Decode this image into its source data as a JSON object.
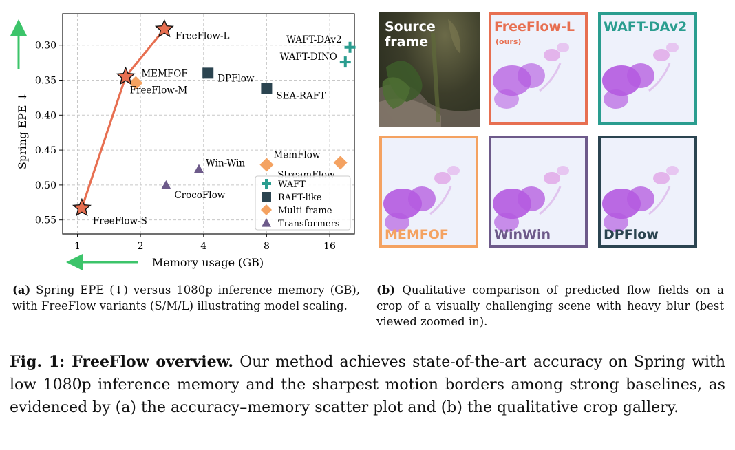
{
  "chart_data": {
    "type": "scatter",
    "xlabel": "Memory usage (GB)",
    "ylabel": "Spring EPE ↓",
    "x_scale": "log2",
    "x_ticks": [
      "1",
      "2",
      "4",
      "8",
      "16"
    ],
    "x_tick_values": [
      1,
      2,
      4,
      8,
      16
    ],
    "y_ticks": [
      "0.30",
      "0.35",
      "0.40",
      "0.45",
      "0.50",
      "0.55"
    ],
    "y_tick_values": [
      0.3,
      0.35,
      0.4,
      0.45,
      0.5,
      0.55
    ],
    "xlim": [
      0.85,
      21
    ],
    "ylim": [
      0.57,
      0.255
    ],
    "y_inverted": true,
    "grid": true,
    "legend_position": "bottom-right",
    "legend": [
      {
        "name": "WAFT",
        "marker": "plus",
        "color": "#2a9d8f"
      },
      {
        "name": "RAFT-like",
        "marker": "square",
        "color": "#2b4450"
      },
      {
        "name": "Multi-frame",
        "marker": "diamond",
        "color": "#f4a261"
      },
      {
        "name": "Transformers",
        "marker": "triangle",
        "color": "#6d5a8a"
      }
    ],
    "freeflow_line": {
      "name": "FreeFlow",
      "color": "#e76f51",
      "points": [
        {
          "label": "FreeFlow-S",
          "x": 1.05,
          "y": 0.533
        },
        {
          "label": "FreeFlow-M",
          "x": 1.7,
          "y": 0.345
        },
        {
          "label": "FreeFlow-L",
          "x": 2.6,
          "y": 0.277
        }
      ]
    },
    "points": [
      {
        "label": "WAFT-DAv2",
        "group": "WAFT",
        "x": 20.0,
        "y": 0.303
      },
      {
        "label": "WAFT-DINO",
        "group": "WAFT",
        "x": 19.0,
        "y": 0.324
      },
      {
        "label": "DPFlow",
        "group": "RAFT-like",
        "x": 4.2,
        "y": 0.34
      },
      {
        "label": "SEA-RAFT",
        "group": "RAFT-like",
        "x": 8.0,
        "y": 0.362
      },
      {
        "label": "MEMFOF",
        "group": "Multi-frame",
        "x": 1.9,
        "y": 0.354
      },
      {
        "label": "MemFlow",
        "group": "Multi-frame",
        "x": 8.0,
        "y": 0.471
      },
      {
        "label": "StreamFlow",
        "group": "Multi-frame",
        "x": 18.0,
        "y": 0.468
      },
      {
        "label": "Win-Win",
        "group": "Transformers",
        "x": 3.8,
        "y": 0.477
      },
      {
        "label": "CrocoFlow",
        "group": "Transformers",
        "x": 2.65,
        "y": 0.5
      }
    ]
  },
  "gallery": {
    "tiles": [
      {
        "label": "Source\nframe",
        "sub": "",
        "border": "",
        "text_color": "#ffffff"
      },
      {
        "label": "FreeFlow-L",
        "sub": "(ours)",
        "border": "#e76f51",
        "text_color": "#e76f51"
      },
      {
        "label": "WAFT-DAv2",
        "sub": "",
        "border": "#2a9d8f",
        "text_color": "#2a9d8f"
      },
      {
        "label": "MEMFOF",
        "sub": "",
        "border": "#f4a261",
        "text_color": "#f4a261"
      },
      {
        "label": "WinWin",
        "sub": "",
        "border": "#6d5a8a",
        "text_color": "#6d5a8a"
      },
      {
        "label": "DPFlow",
        "sub": "",
        "border": "#2b4450",
        "text_color": "#2b4450"
      }
    ]
  },
  "captions": {
    "a_tag": "(a)",
    "a_text": " Spring EPE (↓) versus 1080p inference memory (GB), with FreeFlow variants (S/M/L) illustrating model scaling.",
    "b_tag": "(b)",
    "b_text": " Qualitative comparison of predicted flow fields on a crop of a visually challenging scene with heavy blur (best viewed zoomed in).",
    "fig_tag": "Fig. 1: FreeFlow overview.",
    "fig_text": " Our method achieves state-of-the-art accuracy on Spring with low 1080p inference memory and the sharpest motion borders among strong baselines, as evidenced by (a) the accuracy–memory scatter plot and (b) the qualitative crop gallery."
  }
}
